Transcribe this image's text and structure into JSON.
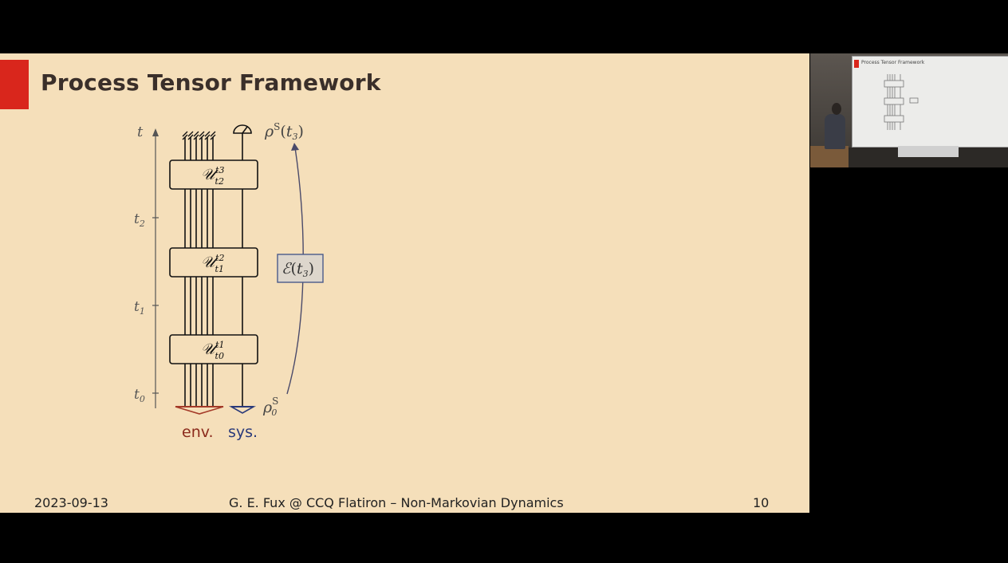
{
  "slide": {
    "title": "Process Tensor Framework",
    "footer": {
      "date": "2023-09-13",
      "center": "G. E. Fux @ CCQ Flatiron – Non-Markovian Dynamics",
      "page": "10"
    },
    "diagram": {
      "time_axis_label": "t",
      "time_ticks": [
        "t2",
        "t1",
        "t0"
      ],
      "unitaries": [
        {
          "symbol": "U",
          "superscript": "t3",
          "subscript": "t2"
        },
        {
          "symbol": "U",
          "superscript": "t2",
          "subscript": "t1"
        },
        {
          "symbol": "U",
          "superscript": "t1",
          "subscript": "t0"
        }
      ],
      "output_state": "ρS(t3)",
      "initial_state": "ρS0",
      "channel": "E(t3)",
      "env_label": "env.",
      "sys_label": "sys."
    }
  },
  "camera": {
    "screen_title": "Process Tensor Framework"
  },
  "colors": {
    "slide_background": "#f5dfba",
    "accent": "#d9261c",
    "env": "#8b2a1c",
    "sys": "#2a3a7a"
  }
}
